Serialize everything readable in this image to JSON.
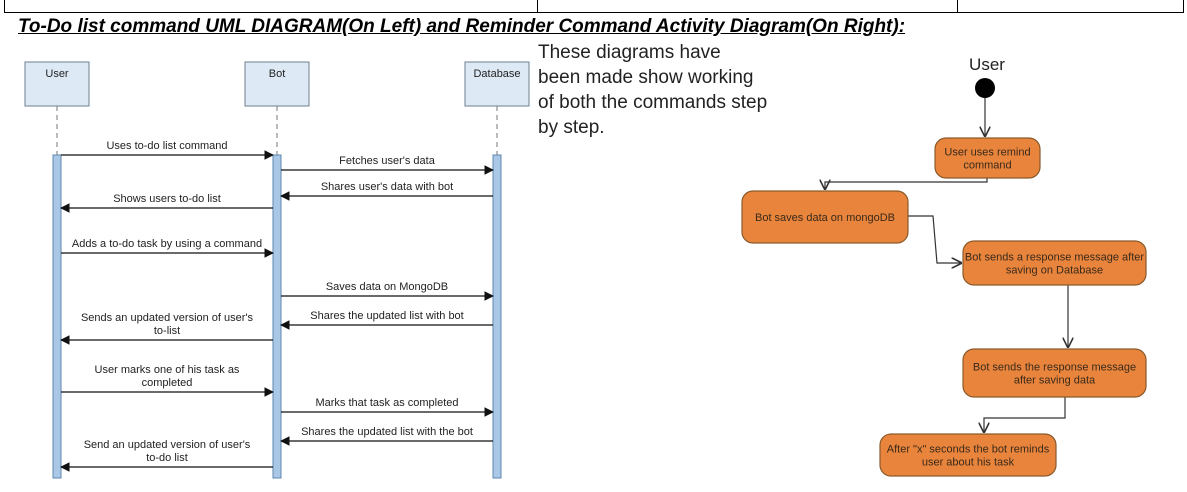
{
  "heading": "To-Do list command UML DIAGRAM(On Left) and Reminder Command Activity Diagram(On Right):",
  "note": "These diagrams have been made show working of both the commands step by step.",
  "colors": {
    "lifeline_fill": "#dde9f5",
    "activation_bar": "#aac8e6",
    "activity_fill": "#e8843c",
    "activity_border": "#8a5a2b"
  },
  "sequence": {
    "participants": [
      {
        "id": "user",
        "label": "User"
      },
      {
        "id": "bot",
        "label": "Bot"
      },
      {
        "id": "db",
        "label": "Database"
      }
    ],
    "messages": [
      {
        "from": "user",
        "to": "bot",
        "label": [
          "Uses to-do list command"
        ]
      },
      {
        "from": "bot",
        "to": "db",
        "label": [
          "Fetches user's data"
        ]
      },
      {
        "from": "db",
        "to": "bot",
        "label": [
          "Shares user's data with bot"
        ]
      },
      {
        "from": "bot",
        "to": "user",
        "label": [
          "Shows users to-do list"
        ]
      },
      {
        "from": "user",
        "to": "bot",
        "label": [
          "Adds a to-do task by using a command"
        ]
      },
      {
        "from": "bot",
        "to": "db",
        "label": [
          "Saves data on MongoDB"
        ]
      },
      {
        "from": "db",
        "to": "bot",
        "label": [
          "Shares the updated list with bot"
        ]
      },
      {
        "from": "bot",
        "to": "user",
        "label": [
          "Sends an updated version of user's",
          "to-list"
        ]
      },
      {
        "from": "user",
        "to": "bot",
        "label": [
          "User marks one of his task as",
          "completed"
        ]
      },
      {
        "from": "bot",
        "to": "db",
        "label": [
          "Marks that task as completed"
        ]
      },
      {
        "from": "db",
        "to": "bot",
        "label": [
          "Shares the updated list with the bot"
        ]
      },
      {
        "from": "bot",
        "to": "user",
        "label": [
          "Send an updated version of user's",
          "to-do list"
        ]
      }
    ]
  },
  "activity": {
    "start_label": "User",
    "nodes": [
      {
        "id": "a1",
        "lines": [
          "User uses remind",
          "command"
        ]
      },
      {
        "id": "a2",
        "lines": [
          "Bot saves data on mongoDB"
        ]
      },
      {
        "id": "a3",
        "lines": [
          "Bot sends a response message after",
          "saving on Database"
        ]
      },
      {
        "id": "a4",
        "lines": [
          "Bot sends the response message",
          "after saving data"
        ]
      },
      {
        "id": "a5",
        "lines": [
          "After \"x\" seconds the bot reminds",
          "user about his task"
        ]
      }
    ]
  }
}
